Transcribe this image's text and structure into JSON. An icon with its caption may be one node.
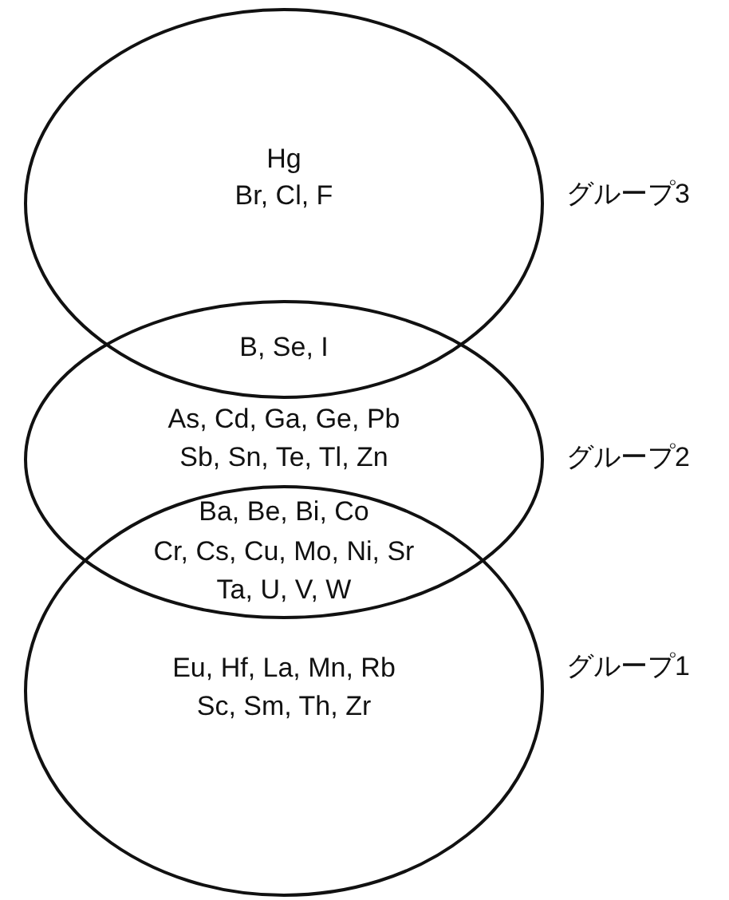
{
  "diagram": {
    "nodes": [
      {
        "text": [
          "Hg",
          "Br, Cl, F",
          "グループ3"
        ]
      },
      {
        "text": [
          "As, Cd, Ga, Ge, Pb",
          "Sb, Sn, Te, Tl, Zn",
          "グループ2"
        ]
      },
      {
        "text": [
          "Eu, Hf, La, Mn, Rb",
          "Sc, Sm, Th, Zr",
          "グループ1"
        ]
      }
    ],
    "labels": [
      "B, Se, I",
      "Ba, Be, Bi, Co",
      "Cr, Cs, Cu, Mo, Ni, Sr",
      "Ta, U, V, W"
    ]
  }
}
